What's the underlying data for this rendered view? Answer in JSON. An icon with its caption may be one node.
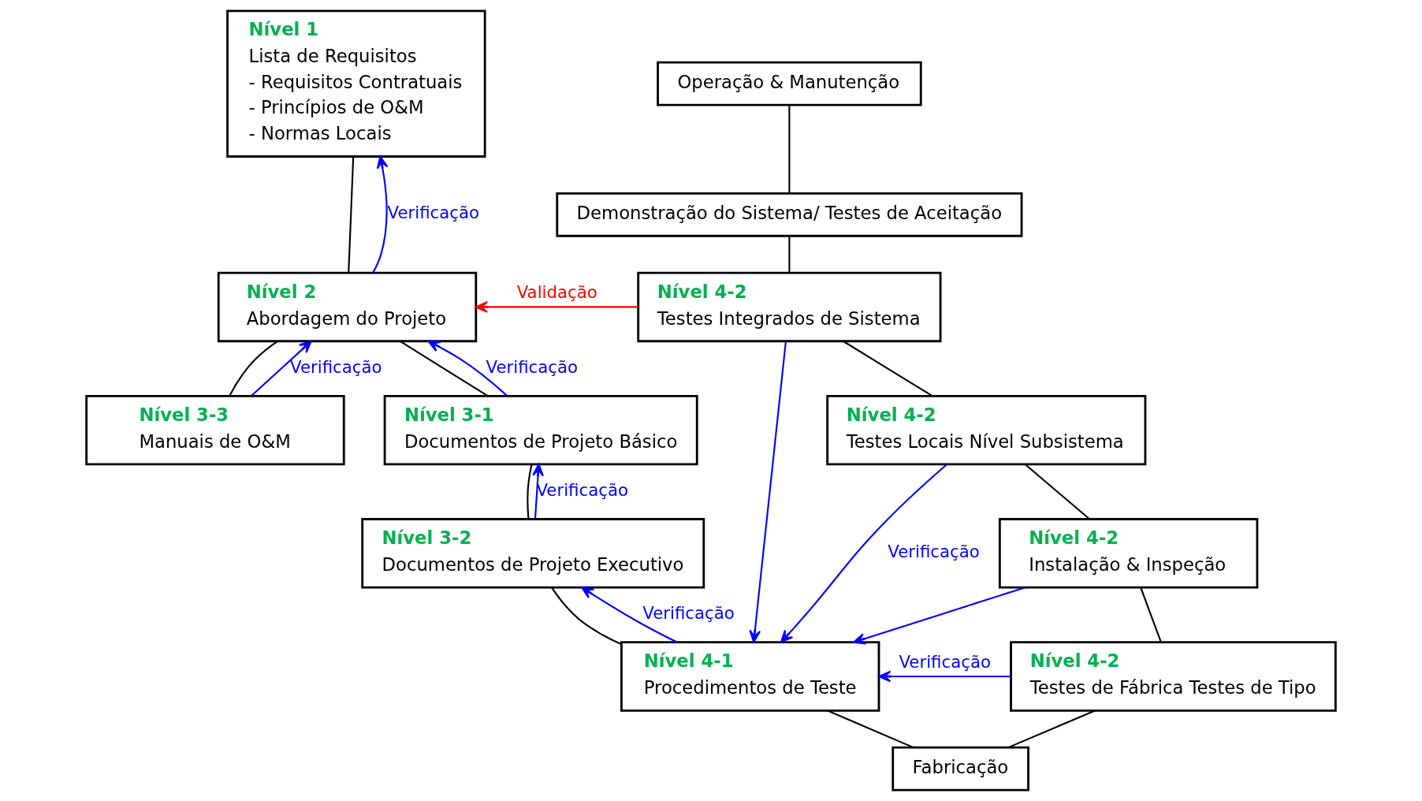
{
  "diagram": {
    "nodes": [
      {
        "text": [
          "Nível 1",
          "Lista de Requisitos",
          "- Requisitos Contratuais",
          "- Princípios de O&M",
          "- Normas Locais"
        ]
      },
      {
        "text": [
          "Nível 2",
          "Abordagem do Projeto"
        ]
      },
      {
        "text": [
          "Nível 3-3",
          "Manuais de O&M"
        ]
      },
      {
        "text": [
          "Nível 3-1",
          "Documentos de Projeto Básico"
        ]
      },
      {
        "text": [
          "Nível 3-2",
          "Documentos de Projeto Executivo"
        ]
      },
      {
        "text": [
          "Nível 4-1",
          "Procedimentos de Teste"
        ]
      },
      {
        "text": [
          "Fabricação"
        ]
      },
      {
        "text": [
          "Nível 4-2",
          "Testes de Fábrica Testes de Tipo"
        ]
      },
      {
        "text": [
          "Nível 4-2",
          "Instalação & Inspeção"
        ]
      },
      {
        "text": [
          "Nível 4-2",
          "Testes Locais Nível Subsistema"
        ]
      },
      {
        "text": [
          "Nível 4-2",
          "Testes Integrados de Sistema"
        ]
      },
      {
        "text": [
          "Demonstração do Sistema/ Testes de Aceitação"
        ]
      },
      {
        "text": [
          "Operação & Manutenção"
        ]
      }
    ],
    "edges": [
      {
        "from": 0,
        "to": 1,
        "arrow": "none"
      },
      {
        "from": 1,
        "to": 2,
        "arrow": "none"
      },
      {
        "from": 1,
        "to": 3,
        "arrow": "none"
      },
      {
        "from": 3,
        "to": 4,
        "arrow": "none"
      },
      {
        "from": 4,
        "to": 5,
        "arrow": "none"
      },
      {
        "from": 5,
        "to": 6,
        "arrow": "none"
      },
      {
        "from": 6,
        "to": 7,
        "arrow": "none"
      },
      {
        "from": 7,
        "to": 8,
        "arrow": "none"
      },
      {
        "from": 8,
        "to": 9,
        "arrow": "none"
      },
      {
        "from": 9,
        "to": 10,
        "arrow": "none"
      },
      {
        "from": 10,
        "to": 11,
        "arrow": "none"
      },
      {
        "from": 11,
        "to": 12,
        "arrow": "none"
      },
      {
        "from": 1,
        "to": 0,
        "arrow": "to",
        "label": "Verificação",
        "color": "#0000ff"
      },
      {
        "from": 2,
        "to": 1,
        "arrow": "to",
        "label": "Verificação",
        "color": "#0000ff"
      },
      {
        "from": 3,
        "to": 1,
        "arrow": "to",
        "label": "Verificação",
        "color": "#0000ff"
      },
      {
        "from": 4,
        "to": 3,
        "arrow": "to",
        "label": "Verificação",
        "color": "#0000ff"
      },
      {
        "from": 5,
        "to": 4,
        "arrow": "to",
        "label": "Verificação",
        "color": "#0000ff"
      },
      {
        "from": 7,
        "to": 5,
        "arrow": "to",
        "label": "Verificação",
        "color": "#0000ff"
      },
      {
        "from": 8,
        "to": 5,
        "arrow": "to",
        "color": "#0000ff"
      },
      {
        "from": 9,
        "to": 5,
        "arrow": "to",
        "label": "Verificação",
        "color": "#0000ff"
      },
      {
        "from": 10,
        "to": 5,
        "arrow": "to",
        "color": "#0000ff"
      },
      {
        "from": 10,
        "to": 1,
        "arrow": "to",
        "label": "Validação",
        "color": "#ff0000"
      }
    ]
  }
}
